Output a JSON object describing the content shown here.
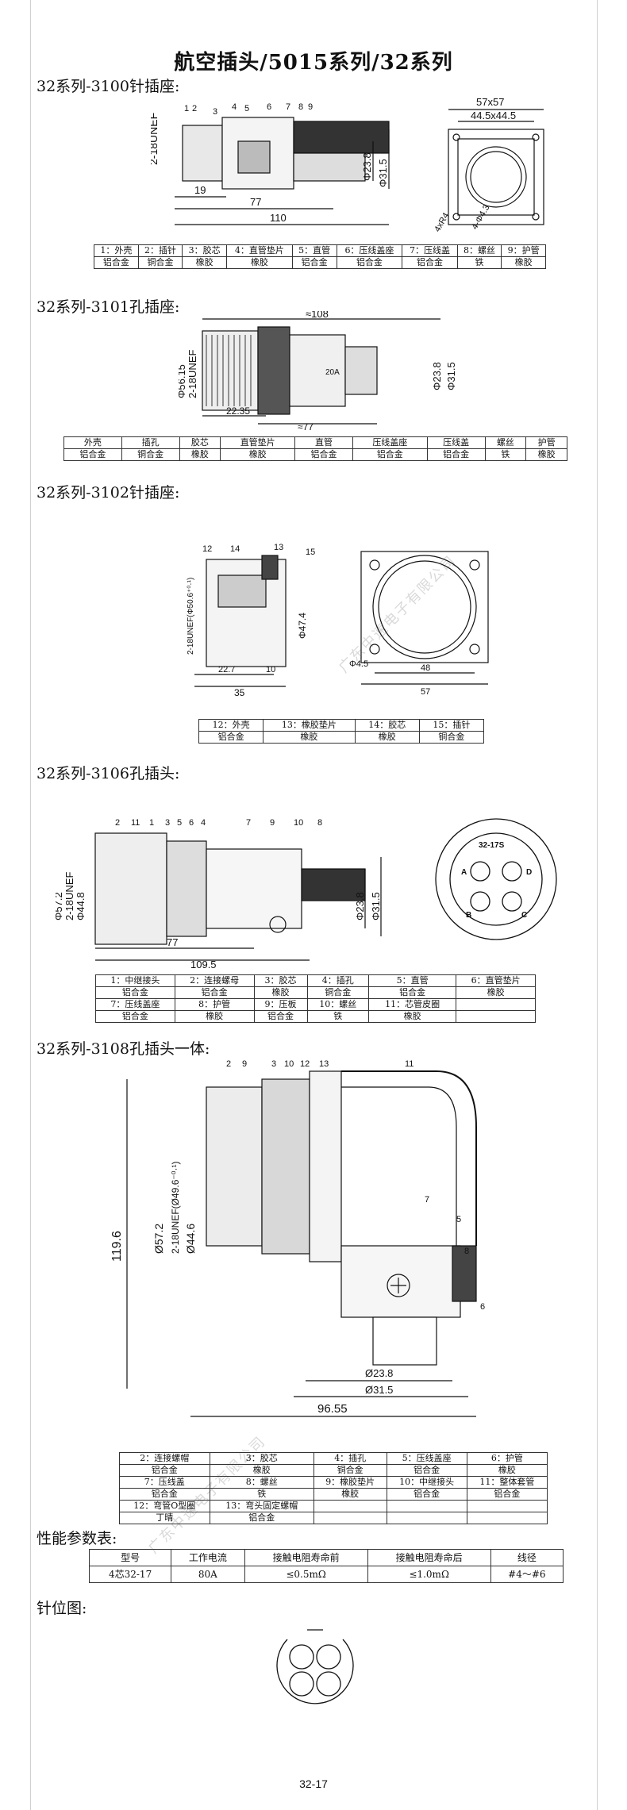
{
  "title": "航空插头/5015系列/32系列",
  "sections": {
    "s3100": "32系列-3100针插座:",
    "s3101": "32系列-3101孔插座:",
    "s3102": "32系列-3102针插座:",
    "s3106": "32系列-3106孔插头:",
    "s3108": "32系列-3108孔插头一体:",
    "perf": "性能参数表:",
    "pin": "针位图:"
  },
  "dims": {
    "d3100": {
      "thread": "2-18UNEF",
      "d1": "Φ23.8",
      "d2": "Φ31.5",
      "l1": "19",
      "l2": "77",
      "l3": "110",
      "sq1": "57x57",
      "sq2": "44.5x44.5",
      "holes": "4xR4",
      "holes2": "4-Φ4.3",
      "callouts": [
        "1",
        "2",
        "3",
        "4",
        "5",
        "6",
        "7",
        "8",
        "9"
      ]
    },
    "d3101": {
      "len": "≈108",
      "d0": "Φ56.15",
      "thread": "2-18UNEF",
      "d1": "Φ23.8",
      "d2": "Φ31.5",
      "l1": "22.35",
      "l2": "≈77",
      "mark": "20A"
    },
    "d3102": {
      "thread": "2-18UNEF(Φ50.6⁺⁰·¹)",
      "d1": "Φ47.4",
      "l1": "22.7",
      "l2": "10",
      "l3": "35",
      "hole": "Φ4.5",
      "w1": "48",
      "w2": "57",
      "callouts": [
        "12",
        "14",
        "13",
        "15"
      ]
    },
    "d3106": {
      "d0": "Φ57.2",
      "thread": "2-18UNEF",
      "d1": "Φ44.8",
      "d2": "Φ23.8",
      "d3": "Φ31.5",
      "l1": "77",
      "l2": "109.5",
      "code": "32-17S",
      "pins": [
        "A",
        "B",
        "C",
        "D"
      ],
      "callouts": [
        "2",
        "11",
        "1",
        "3",
        "5",
        "6",
        "4",
        "7",
        "9",
        "10",
        "8"
      ]
    },
    "d3108": {
      "d0": "Ø57.2",
      "thread": "2-18UNEF(Ø49.6⁻⁰·¹)",
      "d1": "Ø44.6",
      "h": "119.6",
      "d2": "Ø23.8",
      "d3": "Ø31.5",
      "w": "96.55",
      "callouts": [
        "2",
        "9",
        "3",
        "10",
        "12",
        "13",
        "11",
        "7",
        "5",
        "8",
        "6"
      ]
    }
  },
  "t3100": [
    [
      "1：外壳",
      "2：插针",
      "3：胶芯",
      "4：直管垫片",
      "5：直管",
      "6：压线盖座",
      "7：压线盖",
      "8：螺丝",
      "9：护管"
    ],
    [
      "铝合金",
      "铜合金",
      "橡胶",
      "橡胶",
      "铝合金",
      "铝合金",
      "铝合金",
      "铁",
      "橡胶"
    ]
  ],
  "t3101": [
    [
      "外壳",
      "插孔",
      "胶芯",
      "直管垫片",
      "直管",
      "压线盖座",
      "压线盖",
      "螺丝",
      "护管"
    ],
    [
      "铝合金",
      "铜合金",
      "橡胶",
      "橡胶",
      "铝合金",
      "铝合金",
      "铝合金",
      "铁",
      "橡胶"
    ]
  ],
  "t3102": [
    [
      "12：外壳",
      "13：橡胶垫片",
      "14：胶芯",
      "15：插针"
    ],
    [
      "铝合金",
      "橡胶",
      "橡胶",
      "铜合金"
    ]
  ],
  "t3106": [
    [
      "1：中继接头",
      "2：连接螺母",
      "3：胶芯",
      "4：插孔",
      "5：直管",
      "6：直管垫片"
    ],
    [
      "铝合金",
      "铝合金",
      "橡胶",
      "铜合金",
      "铝合金",
      "橡胶"
    ],
    [
      "7：压线盖座",
      "8：护管",
      "9：压板",
      "10：螺丝",
      "11：芯管皮圈",
      ""
    ],
    [
      "铝合金",
      "橡胶",
      "铝合金",
      "铁",
      "橡胶",
      ""
    ]
  ],
  "t3108": [
    [
      "2：连接螺帽",
      "3：胶芯",
      "4：插孔",
      "5：压线盖座",
      "6：护管"
    ],
    [
      "铝合金",
      "橡胶",
      "铜合金",
      "铝合金",
      "橡胶"
    ],
    [
      "7：压线盖",
      "8：螺丝",
      "9：橡胶垫片",
      "10：中继接头",
      "11：整体套管"
    ],
    [
      "铝合金",
      "铁",
      "橡胶",
      "铝合金",
      "铝合金"
    ],
    [
      "12：弯管O型圈",
      "13：弯头固定螺帽",
      "",
      "",
      ""
    ],
    [
      "丁晴",
      "铝合金",
      "",
      "",
      ""
    ]
  ],
  "perf": {
    "headers": [
      "型号",
      "工作电流",
      "接触电阻寿命前",
      "接触电阻寿命后",
      "线径"
    ],
    "row": [
      "4芯32-17",
      "80A",
      "≤0.5mΩ",
      "≤1.0mΩ",
      "#4～#6"
    ]
  },
  "page_num": "32-17",
  "watermark": "广东中速电子有限公司"
}
